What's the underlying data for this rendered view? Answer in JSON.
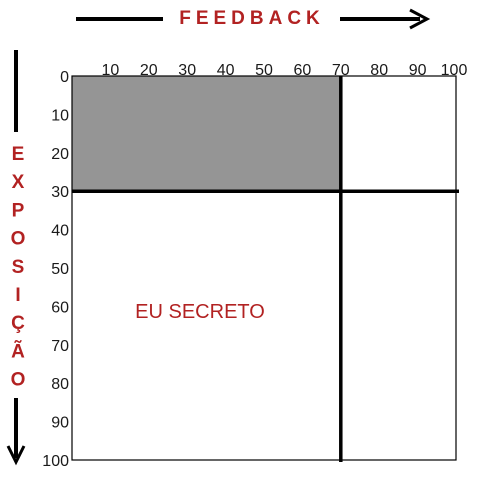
{
  "top_axis": {
    "title": "FEEDBACK",
    "ticks": [
      "10",
      "20",
      "30",
      "40",
      "50",
      "60",
      "70",
      "80",
      "90",
      "100"
    ]
  },
  "left_axis": {
    "title_letters": [
      "E",
      "X",
      "P",
      "O",
      "S",
      "I",
      "Ç",
      "Ã",
      "O"
    ],
    "ticks": [
      "0",
      "10",
      "20",
      "30",
      "40",
      "50",
      "60",
      "70",
      "80",
      "90",
      "100"
    ]
  },
  "grid": {
    "range": [
      0,
      100
    ],
    "feedback_divider": 70,
    "exposure_divider": 30,
    "shaded_region": {
      "feedback_range": [
        0,
        70
      ],
      "exposure_range": [
        0,
        30
      ]
    }
  },
  "labels": {
    "lower_left_quadrant": "EU SECRETO"
  },
  "colors": {
    "title": "#b22222",
    "shaded": "#959595",
    "lines": "#000000"
  }
}
